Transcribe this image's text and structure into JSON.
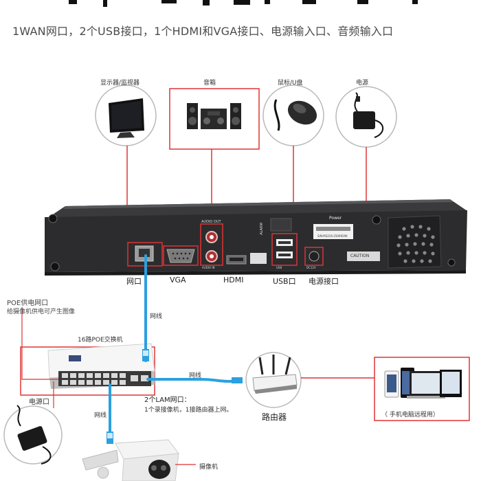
{
  "header": "1WAN网口，2个USB接口，1个HDMI和VGA接口、电源输入口、音频输入口",
  "peripherals": {
    "monitor": "显示器/监视器",
    "speaker": "音箱",
    "mouse": "鼠标/U盘",
    "power": "电源"
  },
  "ports": {
    "lan": "网口",
    "vga": "VGA",
    "hdmi": "HDMI",
    "usb": "USB口",
    "power_in": "电源接口"
  },
  "poe": {
    "title": "POE供电网口",
    "desc": "给摄像机供电可产生图像",
    "switch_label": "16路POE交换机",
    "lam_title": "2个LAM网口：",
    "lam_desc": "1个录接像机，1接路由器上网。",
    "power_port": "电源口"
  },
  "cables": {
    "c1": "网线",
    "c2": "网线",
    "c3": "网线"
  },
  "devices": {
    "router": "路由器",
    "camera": "摄像机",
    "remote": "（ 手机电脑远程用）"
  },
  "nvr_marks": {
    "power_small": "Power",
    "sn": "S/N:M3216-25009296",
    "caution": "CAUTION",
    "alarm": "ALARM",
    "audio_out": "AUDIO OUT",
    "audio_in": "AUDIO IN",
    "usb_small": "USB",
    "dc": "DC12V"
  },
  "colors": {
    "accent_red": "#d33333",
    "cable_blue": "#2aa0e0",
    "nvr_body": "#2c2c2e"
  }
}
